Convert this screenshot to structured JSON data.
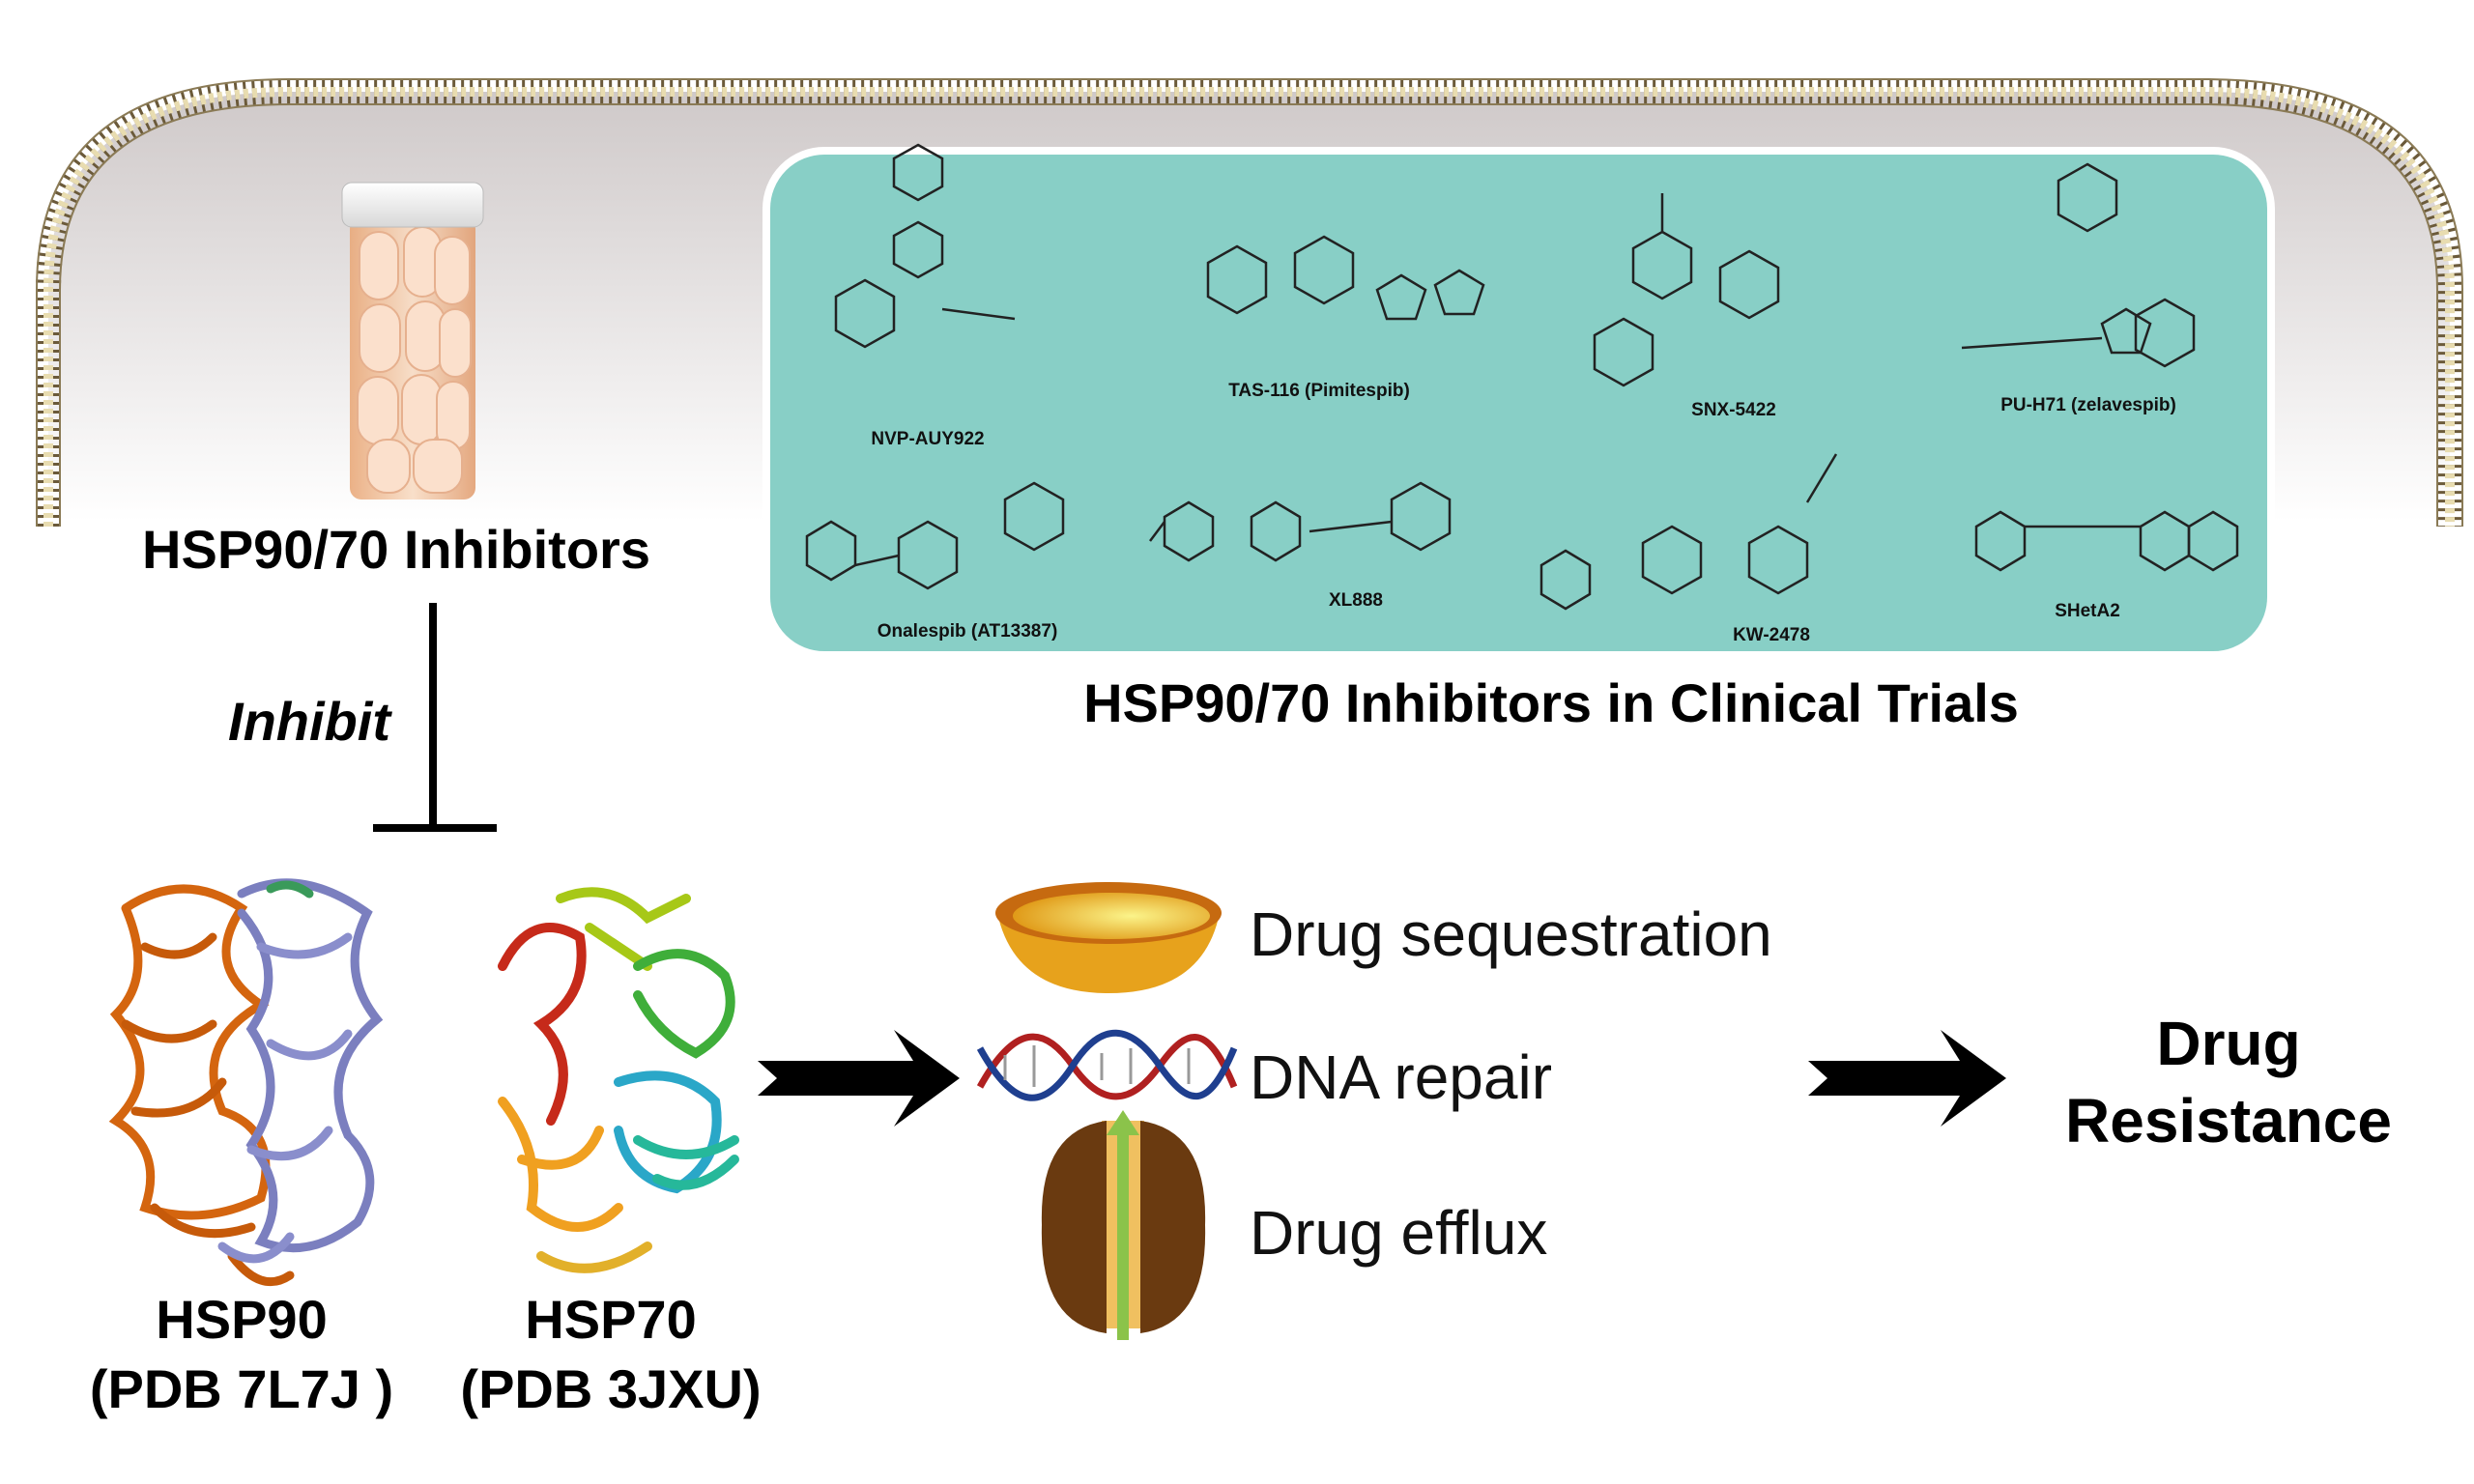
{
  "inhibitors_label": "HSP90/70 Inhibitors",
  "inhibit_label": "Inhibit",
  "clinical_trials": {
    "title": "HSP90/70 Inhibitors in Clinical Trials",
    "compounds": [
      "NVP-AUY922",
      "TAS-116 (Pimitespib)",
      "SNX-5422",
      "PU-H71 (zelavespib)",
      "Onalespib (AT13387)",
      "XL888",
      "KW-2478",
      "SHetA2"
    ]
  },
  "proteins": [
    {
      "name": "HSP90",
      "pdb": "(PDB 7L7J )"
    },
    {
      "name": "HSP70",
      "pdb": "(PDB 3JXU)"
    }
  ],
  "mechanisms": [
    "Drug sequestration",
    "DNA repair",
    "Drug efflux"
  ],
  "outcome": {
    "line1": "Drug",
    "line2": "Resistance"
  },
  "colors": {
    "panel": "#88cfc6",
    "hsp90_a": "#d4650f",
    "hsp90_b": "#7b7fbf",
    "membrane": "#c8b27a"
  }
}
